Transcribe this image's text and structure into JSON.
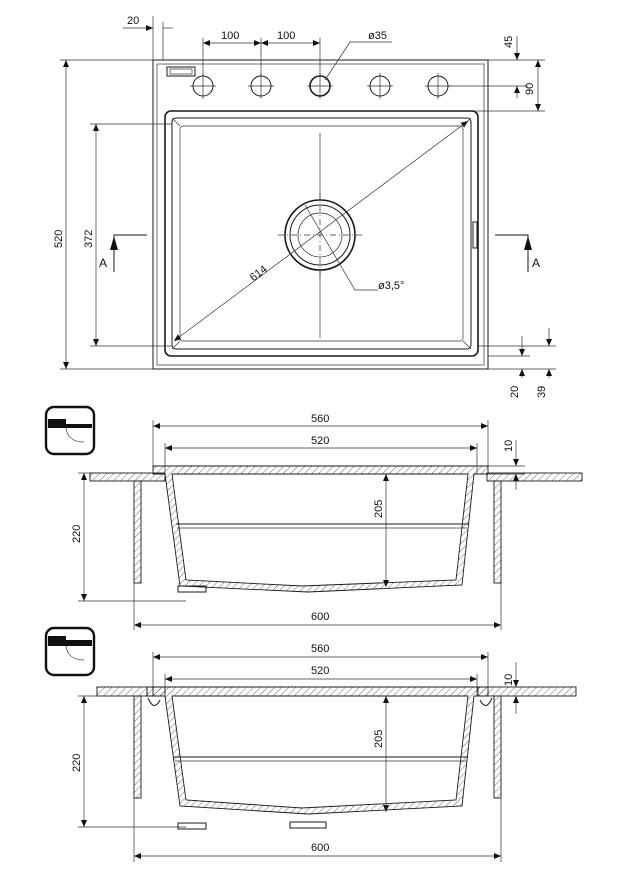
{
  "top_view": {
    "dims": {
      "offset_20": "20",
      "spacing_1": "100",
      "spacing_2": "100",
      "hole_diameter": "ø35",
      "edge_45": "45",
      "edge_90": "90",
      "height_520": "520",
      "bowl_372": "372",
      "diagonal_614": "614",
      "drain_angle": "ø3,5°",
      "bottom_20": "20",
      "bottom_39": "39"
    },
    "section_left": "A",
    "section_right": "A"
  },
  "section_1": {
    "dims": {
      "outer_560": "560",
      "bowl_520": "520",
      "depth_205": "205",
      "lip_10": "10",
      "height_220": "220",
      "cabinet_600": "600"
    }
  },
  "section_2": {
    "dims": {
      "outer_560": "560",
      "bowl_520": "520",
      "depth_205": "205",
      "lip_10": "10",
      "height_220": "220",
      "cabinet_600": "600"
    }
  }
}
